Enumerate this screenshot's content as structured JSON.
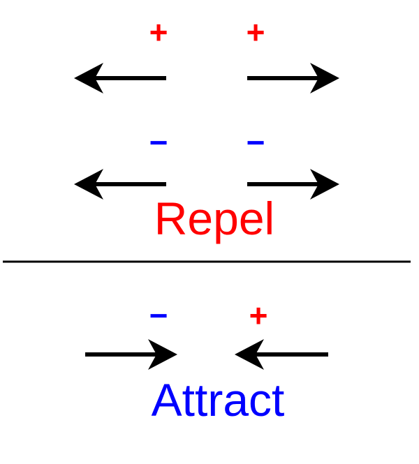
{
  "repel": {
    "label": "Repel",
    "label_color": "#ff0000",
    "pairs": [
      {
        "left_charge": "+",
        "right_charge": "+",
        "left_color": "#ff0000",
        "right_color": "#ff0000",
        "arrows": [
          "left",
          "right"
        ]
      },
      {
        "left_charge": "−",
        "right_charge": "−",
        "left_color": "#0000ff",
        "right_color": "#0000ff",
        "arrows": [
          "left",
          "right"
        ]
      }
    ]
  },
  "attract": {
    "label": "Attract",
    "label_color": "#0000ff",
    "pair": {
      "left_charge": "−",
      "right_charge": "+",
      "left_color": "#0000ff",
      "right_color": "#ff0000",
      "arrows": [
        "right",
        "left"
      ]
    }
  },
  "colors": {
    "arrow": "#000000",
    "divider": "#000000"
  }
}
